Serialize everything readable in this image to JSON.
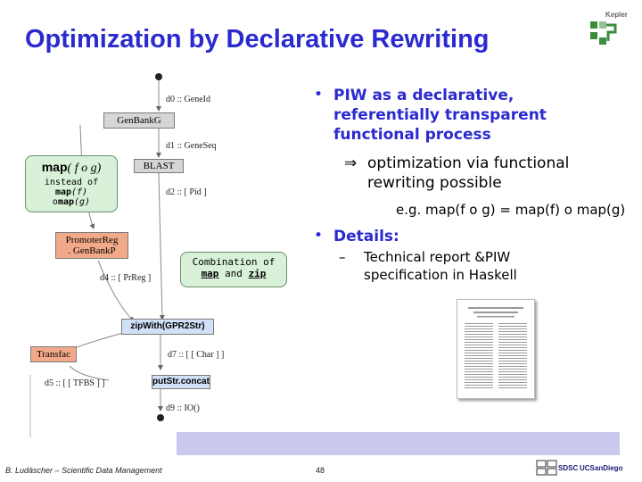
{
  "slide": {
    "title": "Optimization by Declarative Rewriting",
    "page_number": "48",
    "footer_author": "B. Ludäscher – Scientific Data Management",
    "logos": {
      "kepler": "Kepler",
      "sdsc": "SDSC",
      "ucsd": "UCSanDiego"
    }
  },
  "diagram": {
    "nodes": {
      "genbank_g": "GenBankG",
      "blast": "BLAST",
      "promoter_reg": "PromoterReg\n. GenBankP",
      "zipwith": "zipWith(GPR2Str)",
      "transfac": "Transfac",
      "putstr": "putStr.concat"
    },
    "edge_labels": {
      "d0": "d0 :: GeneId",
      "d1": "d1 :: GeneSeq",
      "d2": "d2 :: [ Pid ]",
      "d4": "d4 :: [ PrReg ]",
      "d7": "d7 :: [ [ Char ] ]",
      "d5": "d5 :: [ [ TFBS ] ]",
      "d9": "d9 :: IO()"
    },
    "callout_map": {
      "main_fn": "map",
      "main_args": "( f o g)",
      "line2_prefix": "instead of ",
      "line2_fn": "map",
      "line2_arg": "(f)",
      "line3_op": "o",
      "line3_fn": "map",
      "line3_arg": "(g)"
    },
    "callout_zip": {
      "line1": "Combination of",
      "map": "map",
      "and": "and",
      "zip": "zip"
    }
  },
  "bullets": {
    "b1_text": "PIW as a declarative, referentially transparent functional process",
    "b1_sub_arrow": "⇒",
    "b1_sub_text": "optimization via functional rewriting possible",
    "b1_example": "e.g. map(f o g) = map(f) o map(g)",
    "b2_text": "Details:",
    "b2_dash": "–",
    "b2_sub_text": "Technical report &PIW specification in Haskell"
  },
  "colors": {
    "title": "#2a2ad0",
    "node_gray": "#d6d6d6",
    "node_orange": "#f2a98a",
    "node_blue": "#cfe0f7",
    "callout_green": "#d9f0d9",
    "footer_band": "#c9c9ee"
  }
}
